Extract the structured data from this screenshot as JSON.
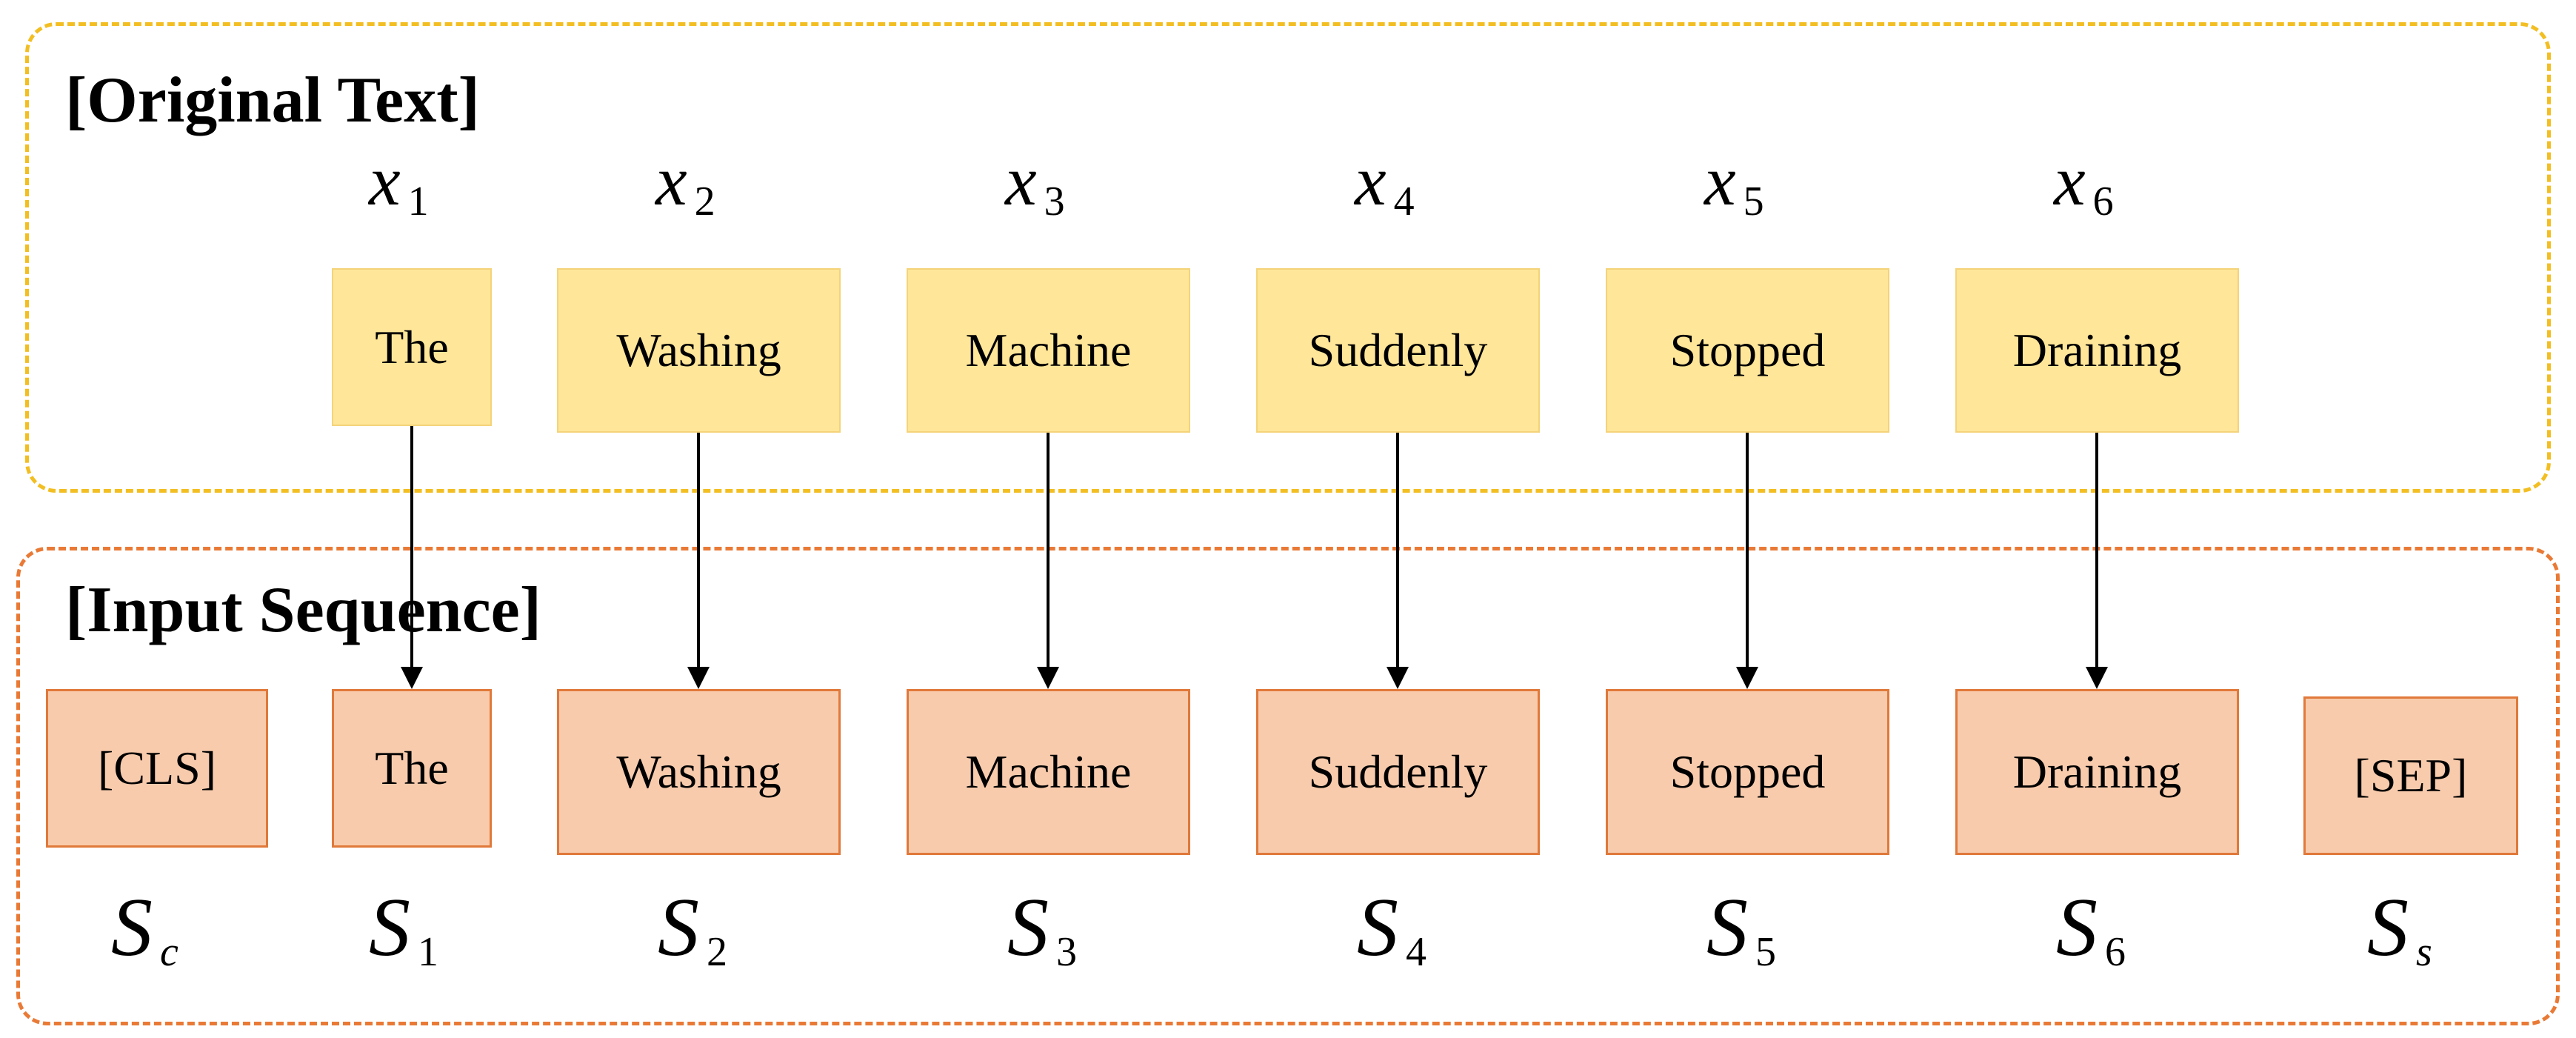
{
  "original_text": {
    "title": "[Original Text]",
    "tokens": [
      {
        "text": "The",
        "var": "x",
        "sub": "1"
      },
      {
        "text": "Washing",
        "var": "x",
        "sub": "2"
      },
      {
        "text": "Machine",
        "var": "x",
        "sub": "3"
      },
      {
        "text": "Suddenly",
        "var": "x",
        "sub": "4"
      },
      {
        "text": "Stopped",
        "var": "x",
        "sub": "5"
      },
      {
        "text": "Draining",
        "var": "x",
        "sub": "6"
      }
    ],
    "border_color": "#F2BE22",
    "fill_color": "#FFE699"
  },
  "input_sequence": {
    "title": "[Input Sequence]",
    "tokens": [
      {
        "text": "[CLS]",
        "var": "S",
        "sub": "c"
      },
      {
        "text": "The",
        "var": "S",
        "sub": "1"
      },
      {
        "text": "Washing",
        "var": "S",
        "sub": "2"
      },
      {
        "text": "Machine",
        "var": "S",
        "sub": "3"
      },
      {
        "text": "Suddenly",
        "var": "S",
        "sub": "4"
      },
      {
        "text": "Stopped",
        "var": "S",
        "sub": "5"
      },
      {
        "text": "Draining",
        "var": "S",
        "sub": "6"
      },
      {
        "text": "[SEP]",
        "var": "S",
        "sub": "s"
      }
    ],
    "border_color": "#E97A36",
    "fill_color": "#F8CBAD"
  },
  "connector_icon": "arrow-down-icon"
}
